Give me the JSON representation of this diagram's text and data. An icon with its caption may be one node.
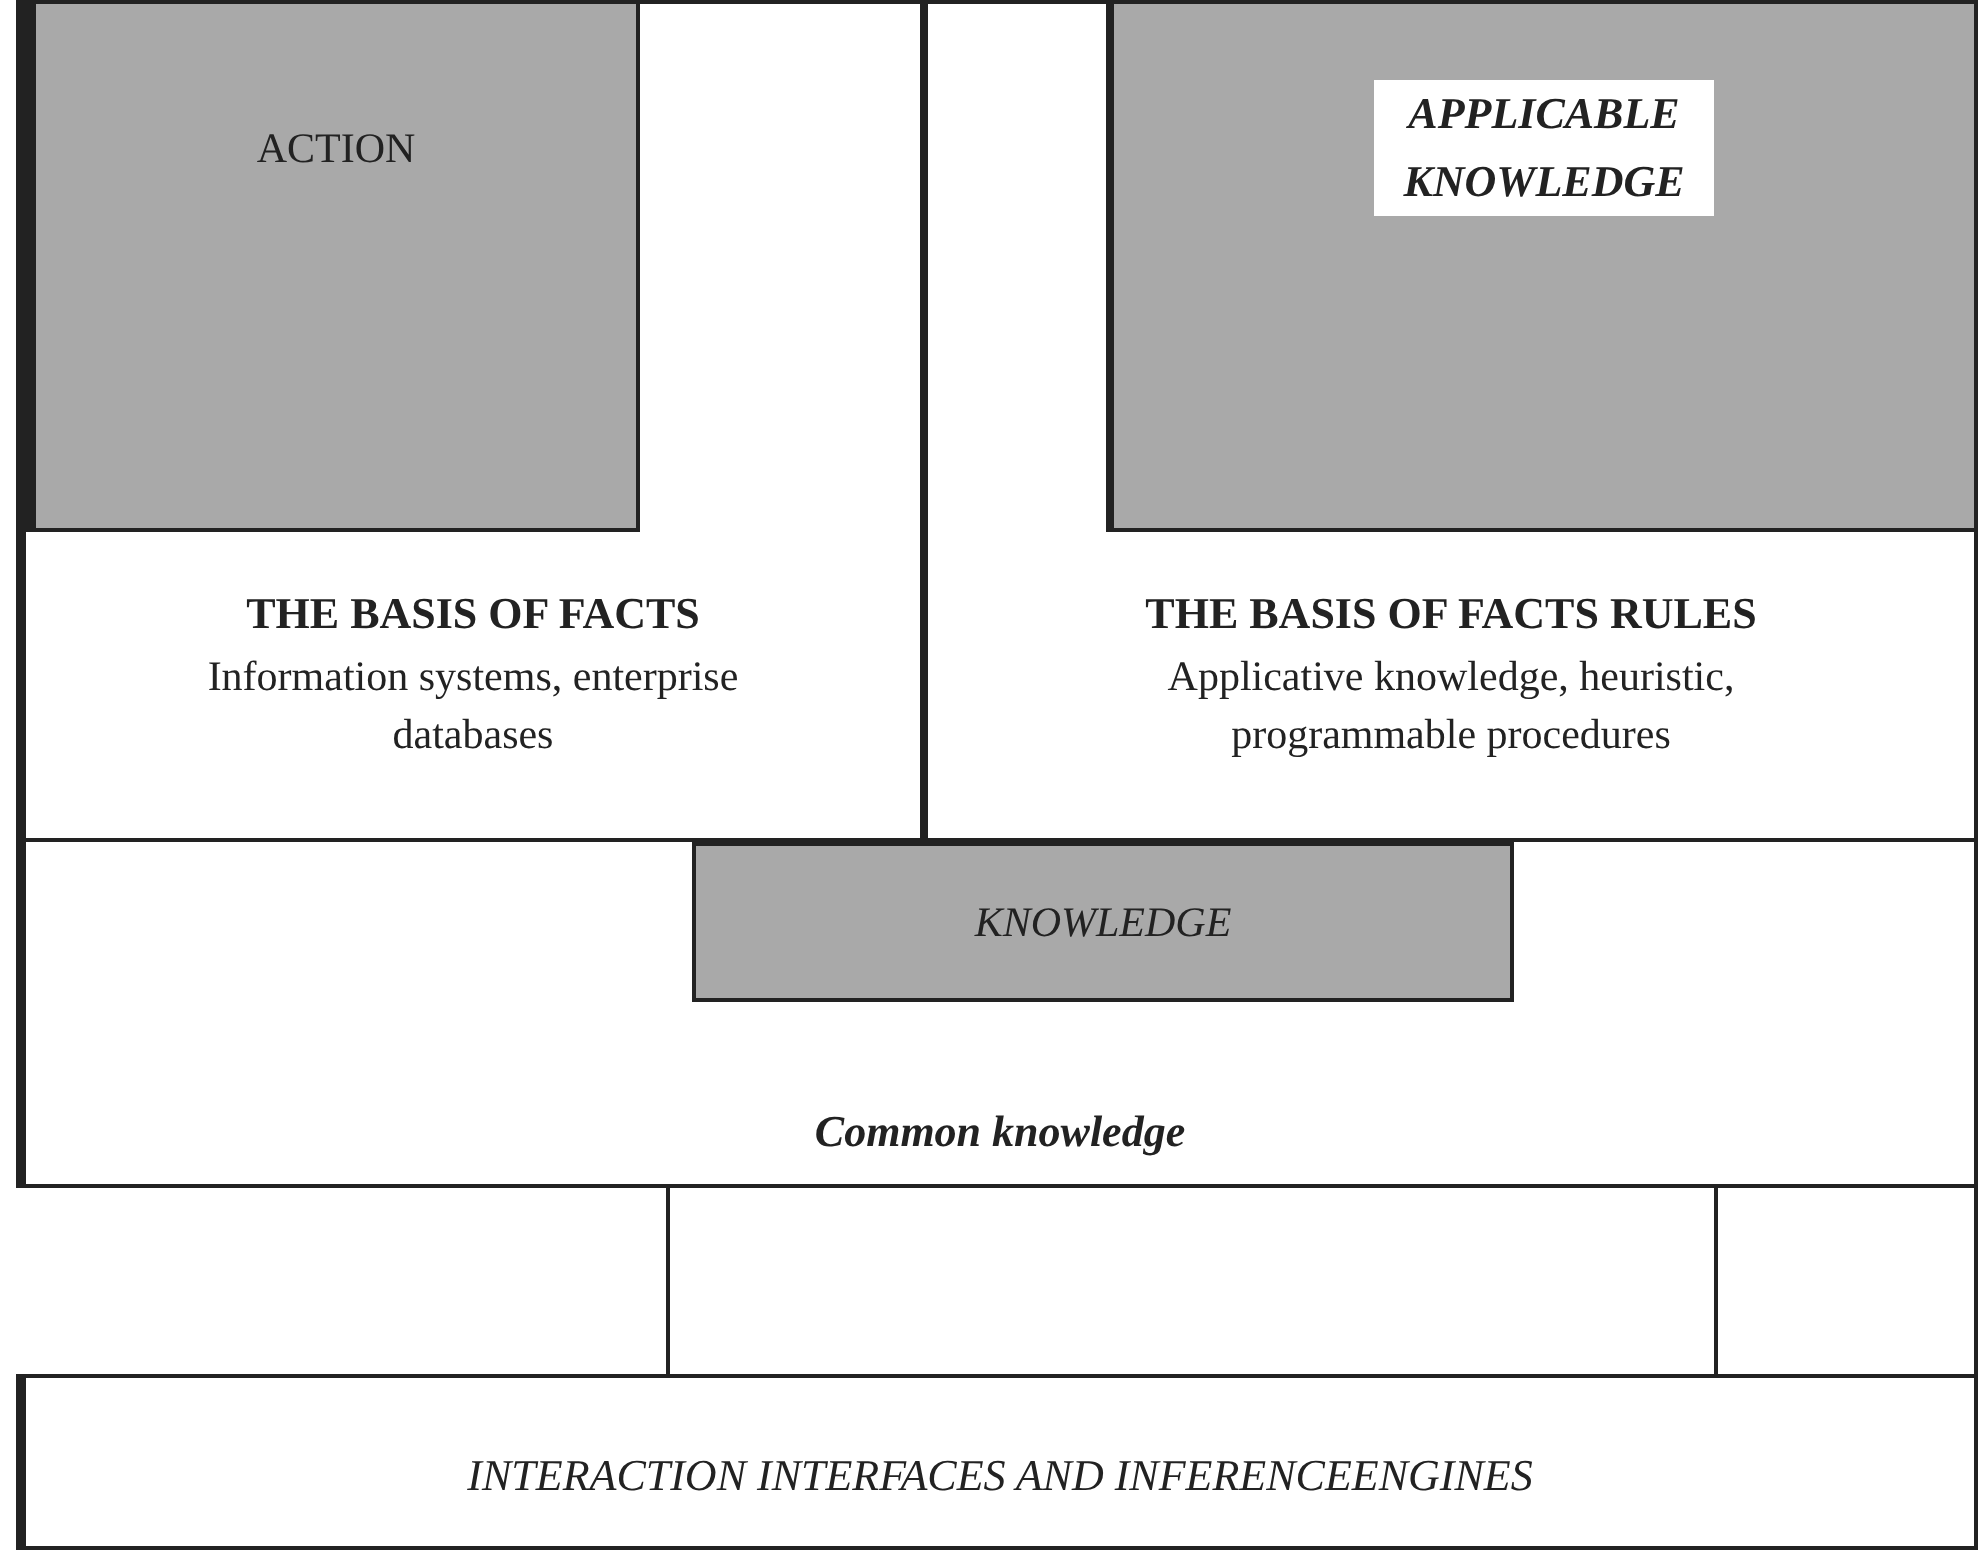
{
  "diagram": {
    "nodes": [
      {
        "text": [
          "THE BASIS OF FACTS",
          "Information systems, enterprise databases"
        ]
      },
      {
        "text": [
          "ACTION"
        ],
        "in": 0
      },
      {
        "text": [
          "THE BASIS OF FACTS RULES",
          "Applicative knowledge, heuristic, programmable procedures"
        ]
      },
      {
        "text": [
          "APPLICABLE KNOWLEDGE"
        ],
        "in": 2
      },
      {
        "text": [
          "Common knowledge"
        ]
      },
      {
        "text": [
          "KNOWLEDGE"
        ],
        "in": 4
      },
      {
        "text": [],
        "shape": "box"
      },
      {
        "text": [],
        "shape": "box"
      },
      {
        "text": [
          "INTERACTION INTERFACES AND INFERENCEENGINES"
        ]
      }
    ]
  }
}
